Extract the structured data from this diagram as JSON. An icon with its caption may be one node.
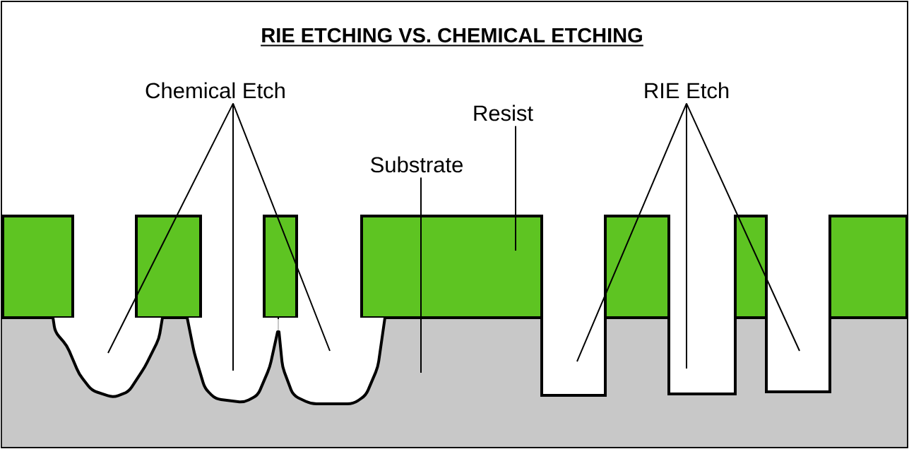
{
  "diagram": {
    "title": "RIE ETCHING VS. CHEMICAL ETCHING",
    "nodes": [
      {
        "text": [
          "Chemical Etch"
        ]
      },
      {
        "text": [
          "Resist"
        ]
      },
      {
        "text": [
          "Substrate"
        ]
      },
      {
        "text": [
          "RIE Etch"
        ]
      },
      {
        "text": [],
        "shape": "box"
      },
      {
        "text": [],
        "shape": "box"
      },
      {
        "text": [],
        "shape": "pit",
        "in": 4
      },
      {
        "text": [],
        "shape": "pit",
        "in": 4
      },
      {
        "text": [],
        "shape": "pit",
        "in": 4
      },
      {
        "text": [],
        "shape": "trench"
      },
      {
        "text": [],
        "shape": "trench"
      },
      {
        "text": [],
        "shape": "trench"
      },
      {
        "text": [],
        "shape": "box"
      },
      {
        "text": [],
        "shape": "box"
      },
      {
        "text": [],
        "shape": "box"
      },
      {
        "text": [],
        "shape": "box"
      },
      {
        "text": [],
        "shape": "box"
      },
      {
        "text": [],
        "shape": "box"
      }
    ],
    "edges": [
      {
        "from": 0,
        "to": 6,
        "arrow": "none"
      },
      {
        "from": 0,
        "to": 7,
        "arrow": "none"
      },
      {
        "from": 0,
        "to": 8,
        "arrow": "none"
      },
      {
        "from": 1,
        "to": 5,
        "arrow": "none"
      },
      {
        "from": 2,
        "to": 4,
        "arrow": "none"
      },
      {
        "from": 3,
        "to": 9,
        "arrow": "none"
      },
      {
        "from": 3,
        "to": 10,
        "arrow": "none"
      },
      {
        "from": 3,
        "to": 11,
        "arrow": "none"
      }
    ]
  }
}
